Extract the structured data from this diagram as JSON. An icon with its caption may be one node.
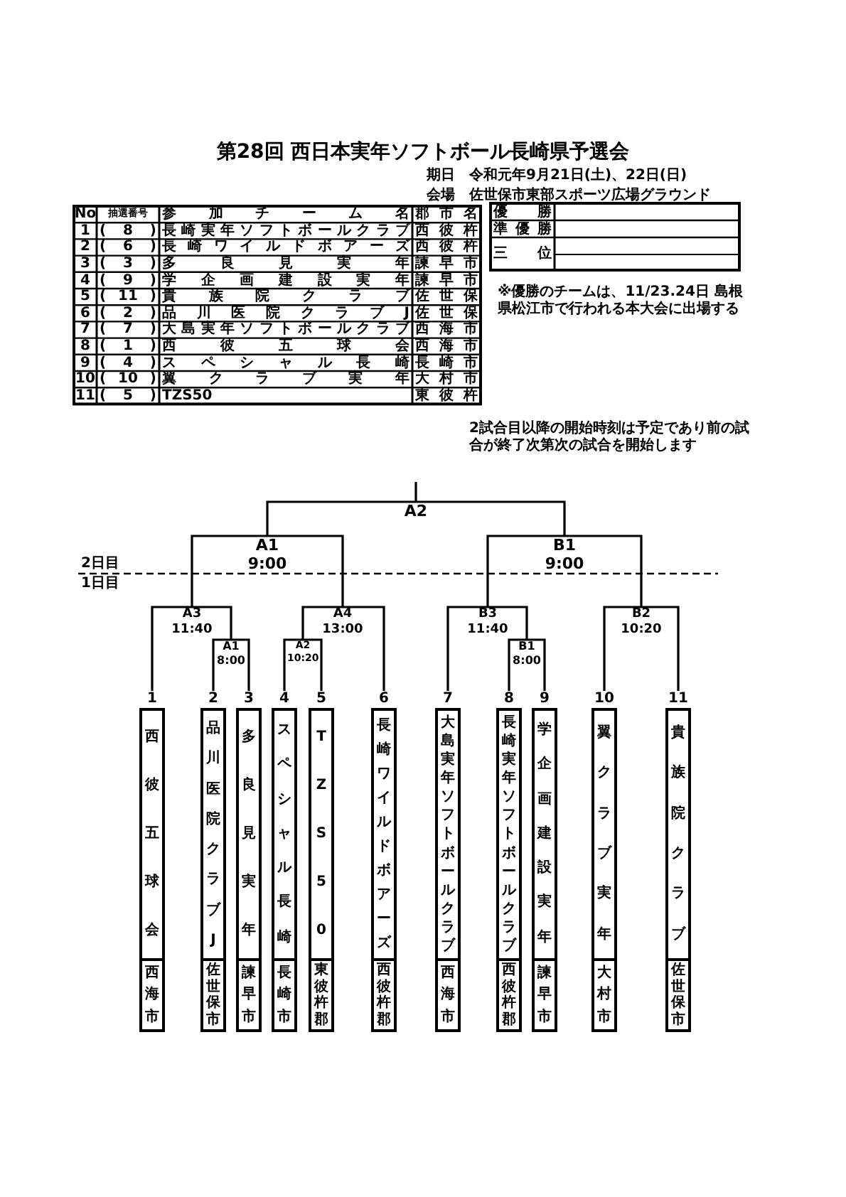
{
  "diagram": {
    "title": "第28回 西日本実年ソフトボール長崎県予選会",
    "nodes": [
      {
        "text": [
          "A2"
        ]
      },
      {
        "text": [
          "A1",
          "9:00"
        ]
      },
      {
        "text": [
          "B1",
          "9:00"
        ]
      },
      {
        "text": [
          "A3",
          "11:40"
        ]
      },
      {
        "text": [
          "A4",
          "13:00"
        ]
      },
      {
        "text": [
          "B3",
          "11:40"
        ]
      },
      {
        "text": [
          "B2",
          "10:20"
        ]
      },
      {
        "text": [
          "A1",
          "8:00"
        ]
      },
      {
        "text": [
          "A2",
          "10:20"
        ]
      },
      {
        "text": [
          "B1",
          "8:00"
        ]
      },
      {
        "text": [
          "西彼五球会",
          "西海市"
        ],
        "beside": [
          "1"
        ]
      },
      {
        "text": [
          "品川医院クラブJ",
          "佐世保市"
        ],
        "beside": [
          "2"
        ]
      },
      {
        "text": [
          "多良見実年",
          "諫早市"
        ],
        "beside": [
          "3"
        ]
      },
      {
        "text": [
          "スペシャル長崎",
          "長崎市"
        ],
        "beside": [
          "4"
        ]
      },
      {
        "text": [
          "TZS50",
          "東彼杵郡"
        ],
        "beside": [
          "5"
        ]
      },
      {
        "text": [
          "長崎ワイルドボアーズ",
          "西彼杵郡"
        ],
        "beside": [
          "6"
        ]
      },
      {
        "text": [
          "大島実年ソフトボールクラブ",
          "西海市"
        ],
        "beside": [
          "7"
        ]
      },
      {
        "text": [
          "長崎実年ソフトボールクラブ",
          "西彼杵郡"
        ],
        "beside": [
          "8"
        ]
      },
      {
        "text": [
          "学企画建設実年",
          "諫早市"
        ],
        "beside": [
          "9"
        ]
      },
      {
        "text": [
          "翼クラブ実年",
          "大村市"
        ],
        "beside": [
          "10"
        ]
      },
      {
        "text": [
          "貴族院クラブ",
          "佐世保市"
        ],
        "beside": [
          "11"
        ]
      }
    ],
    "edges": [
      {
        "from": 10,
        "to": 3,
        "arrow": "none"
      },
      {
        "from": 7,
        "to": 3,
        "arrow": "none"
      },
      {
        "from": 11,
        "to": 7,
        "arrow": "none"
      },
      {
        "from": 12,
        "to": 7,
        "arrow": "none"
      },
      {
        "from": 13,
        "to": 8,
        "arrow": "none"
      },
      {
        "from": 14,
        "to": 8,
        "arrow": "none"
      },
      {
        "from": 8,
        "to": 4,
        "arrow": "none"
      },
      {
        "from": 15,
        "to": 4,
        "arrow": "none"
      },
      {
        "from": 16,
        "to": 5,
        "arrow": "none"
      },
      {
        "from": 9,
        "to": 5,
        "arrow": "none"
      },
      {
        "from": 17,
        "to": 9,
        "arrow": "none"
      },
      {
        "from": 18,
        "to": 9,
        "arrow": "none"
      },
      {
        "from": 19,
        "to": 6,
        "arrow": "none"
      },
      {
        "from": 20,
        "to": 6,
        "arrow": "none"
      },
      {
        "from": 3,
        "to": 1,
        "arrow": "none"
      },
      {
        "from": 4,
        "to": 1,
        "arrow": "none"
      },
      {
        "from": 5,
        "to": 2,
        "arrow": "none"
      },
      {
        "from": 6,
        "to": 2,
        "arrow": "none"
      },
      {
        "from": 1,
        "to": 0,
        "arrow": "none"
      },
      {
        "from": 2,
        "to": 0,
        "arrow": "none"
      },
      {
        "from": 0,
        "to": null,
        "arrow": "none"
      }
    ],
    "labels": [
      "期日",
      "令和元年9月21日(土)、22日(日)",
      "会場",
      "佐世保市東部スポーツ広場グラウンド",
      "No",
      "抽選番号",
      "参加チーム名",
      "郡市名",
      "1",
      "( 8 )",
      "長崎実年ソフトボールクラブ",
      "西彼杵",
      "2",
      "( 6 )",
      "長崎ワイルドボアーズ",
      "西彼杵",
      "3",
      "( 3 )",
      "多良見実年",
      "諫早市",
      "4",
      "( 9 )",
      "学企画建設実年",
      "諫早市",
      "5",
      "( 11 )",
      "貴族院クラブ",
      "佐世保",
      "6",
      "( 2 )",
      "品川医院クラブJ",
      "佐世保",
      "7",
      "( 7 )",
      "大島実年ソフトボールクラブ",
      "西海市",
      "8",
      "( 1 )",
      "西彼五球会",
      "西海市",
      "9",
      "( 4 )",
      "スペシャル長崎",
      "長崎市",
      "10",
      "( 10 )",
      "翼クラブ実年",
      "大村市",
      "11",
      "( 5 )",
      "TZS50",
      "東彼杵",
      "優勝",
      "準優勝",
      "三位",
      "※優勝のチームは、11/23.24日 島根県松江市で行われる本大会に出場する",
      "2試合目以降の開始時刻は予定であり前の試合が終了次第次の試合を開始します",
      "2日目",
      "1日目"
    ]
  }
}
